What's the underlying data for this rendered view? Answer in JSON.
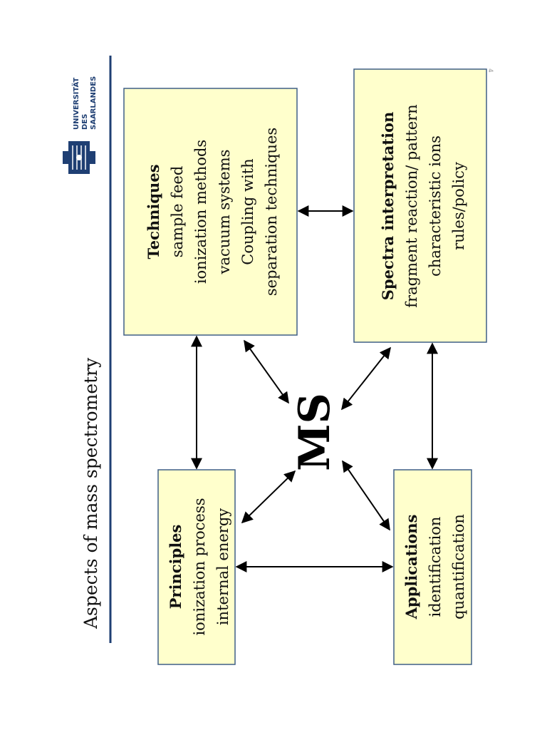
{
  "slide": {
    "title": "Aspects of mass spectrometry",
    "page_number": "4",
    "logo": {
      "line1": "UNIVERSITÄT",
      "line2": "DES",
      "line3": "SAARLANDES",
      "color": "#1f3f73"
    },
    "accent_color": "#1f3f73",
    "box_fill": "#ffffcc"
  },
  "diagram": {
    "center": "MS",
    "techniques": {
      "heading": "Techniques",
      "lines": [
        "sample feed",
        "ionization methods",
        "vacuum systems",
        "Coupling with",
        "separation techniques"
      ]
    },
    "spectra": {
      "heading": "Spectra interpretation",
      "lines": [
        "fragment reaction/ pattern",
        "characteristic ions",
        "rules/policy"
      ]
    },
    "principles": {
      "heading": "Principles",
      "lines": [
        "ionization process",
        "internal energy"
      ]
    },
    "applications": {
      "heading": "Applications",
      "lines": [
        "identification",
        "quantification"
      ]
    }
  }
}
